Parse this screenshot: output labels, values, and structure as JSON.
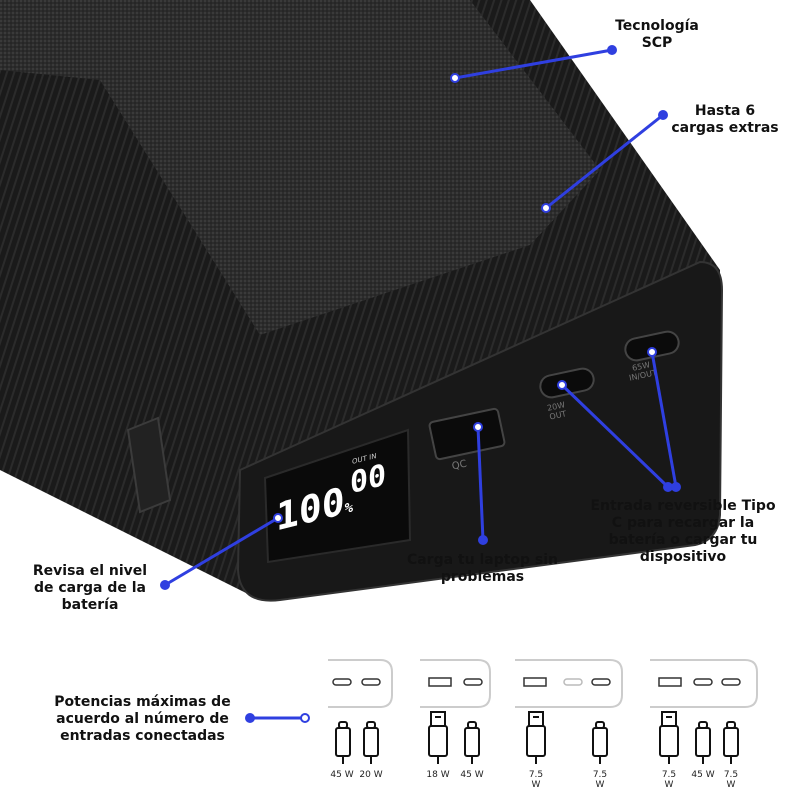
{
  "callouts": {
    "scp": "Tecnología\nSCP",
    "cargas": "Hasta 6\ncargas extras",
    "tipo_c": "Entrada reversible Tipo\nC para recargar la\nbatería o cargar tu\ndispositivo",
    "laptop": "Carga tu laptop sin\nproblemas",
    "nivel": "Revisa el nivel\nde carga de la\nbatería",
    "potencias": "Potencias máximas de\nacuerdo al número de\nentradas conectadas"
  },
  "device": {
    "display_percent": "100",
    "display_percent_sign": "%",
    "display_right": "00",
    "display_small": "OUT  IN",
    "usb_a_label": "QC",
    "port_mid_label_1": "20W",
    "port_mid_label_2": "OUT",
    "port_right_label_1": "65W",
    "port_right_label_2": "IN/OUT"
  },
  "configs": [
    {
      "labels": [
        "45 W",
        "20 W"
      ]
    },
    {
      "labels": [
        "18 W",
        "45 W"
      ]
    },
    {
      "labels": [
        "7.5 W",
        "7.5 W"
      ]
    },
    {
      "labels": [
        "7.5 W",
        "45 W",
        "7.5 W"
      ]
    }
  ],
  "colors": {
    "accent": "#2f3fe0",
    "body": "#1b1b1b",
    "fabric": "#2e2e2e"
  }
}
